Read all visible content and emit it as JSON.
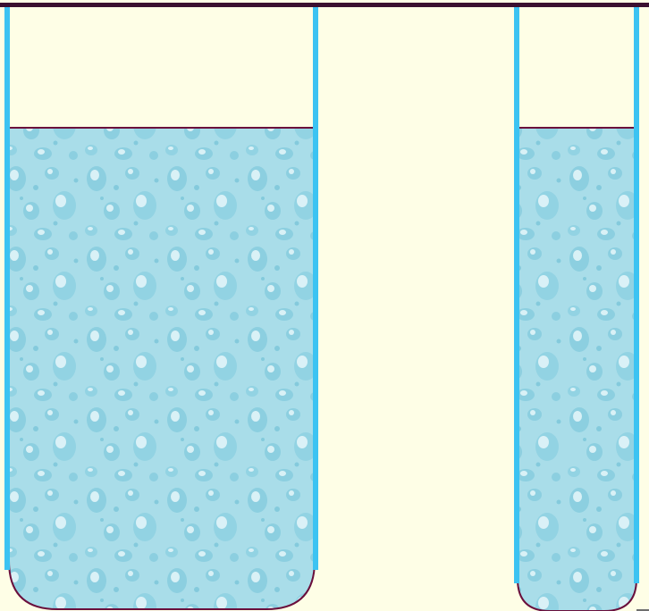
{
  "scene": {
    "kind": "two test tubes filled with liquid",
    "colors": {
      "background": "#fefee6",
      "top_border": "#3b1030",
      "tube_wall": "#3cc3f2",
      "liquid_fill": "#a9dde9",
      "liquid_highlight": "#e6f7fb",
      "droplet_shade": "#5fb8cf",
      "liquid_outline": "#6a0f3c",
      "bottom_edge": "#6e6e6e"
    }
  },
  "tubes": [
    {
      "id": "left-tube",
      "fill_fraction": 0.8
    },
    {
      "id": "right-tube",
      "fill_fraction": 0.8
    }
  ]
}
